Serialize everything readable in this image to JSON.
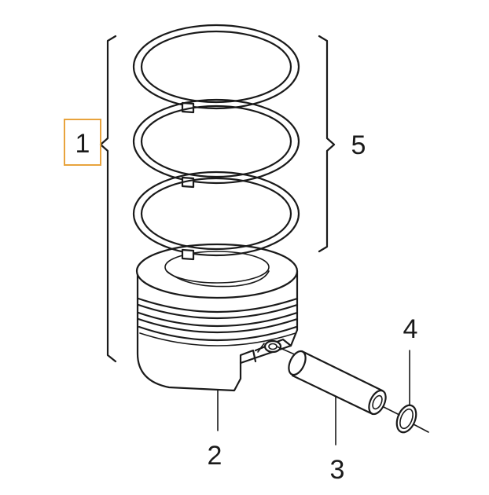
{
  "callouts": {
    "piston_assembly": "1",
    "piston": "2",
    "piston_pin": "3",
    "circlip": "4",
    "piston_rings": "5"
  },
  "colors": {
    "highlight_box": "#E8A33D",
    "line": "#1a1a1a",
    "background": "#ffffff"
  }
}
